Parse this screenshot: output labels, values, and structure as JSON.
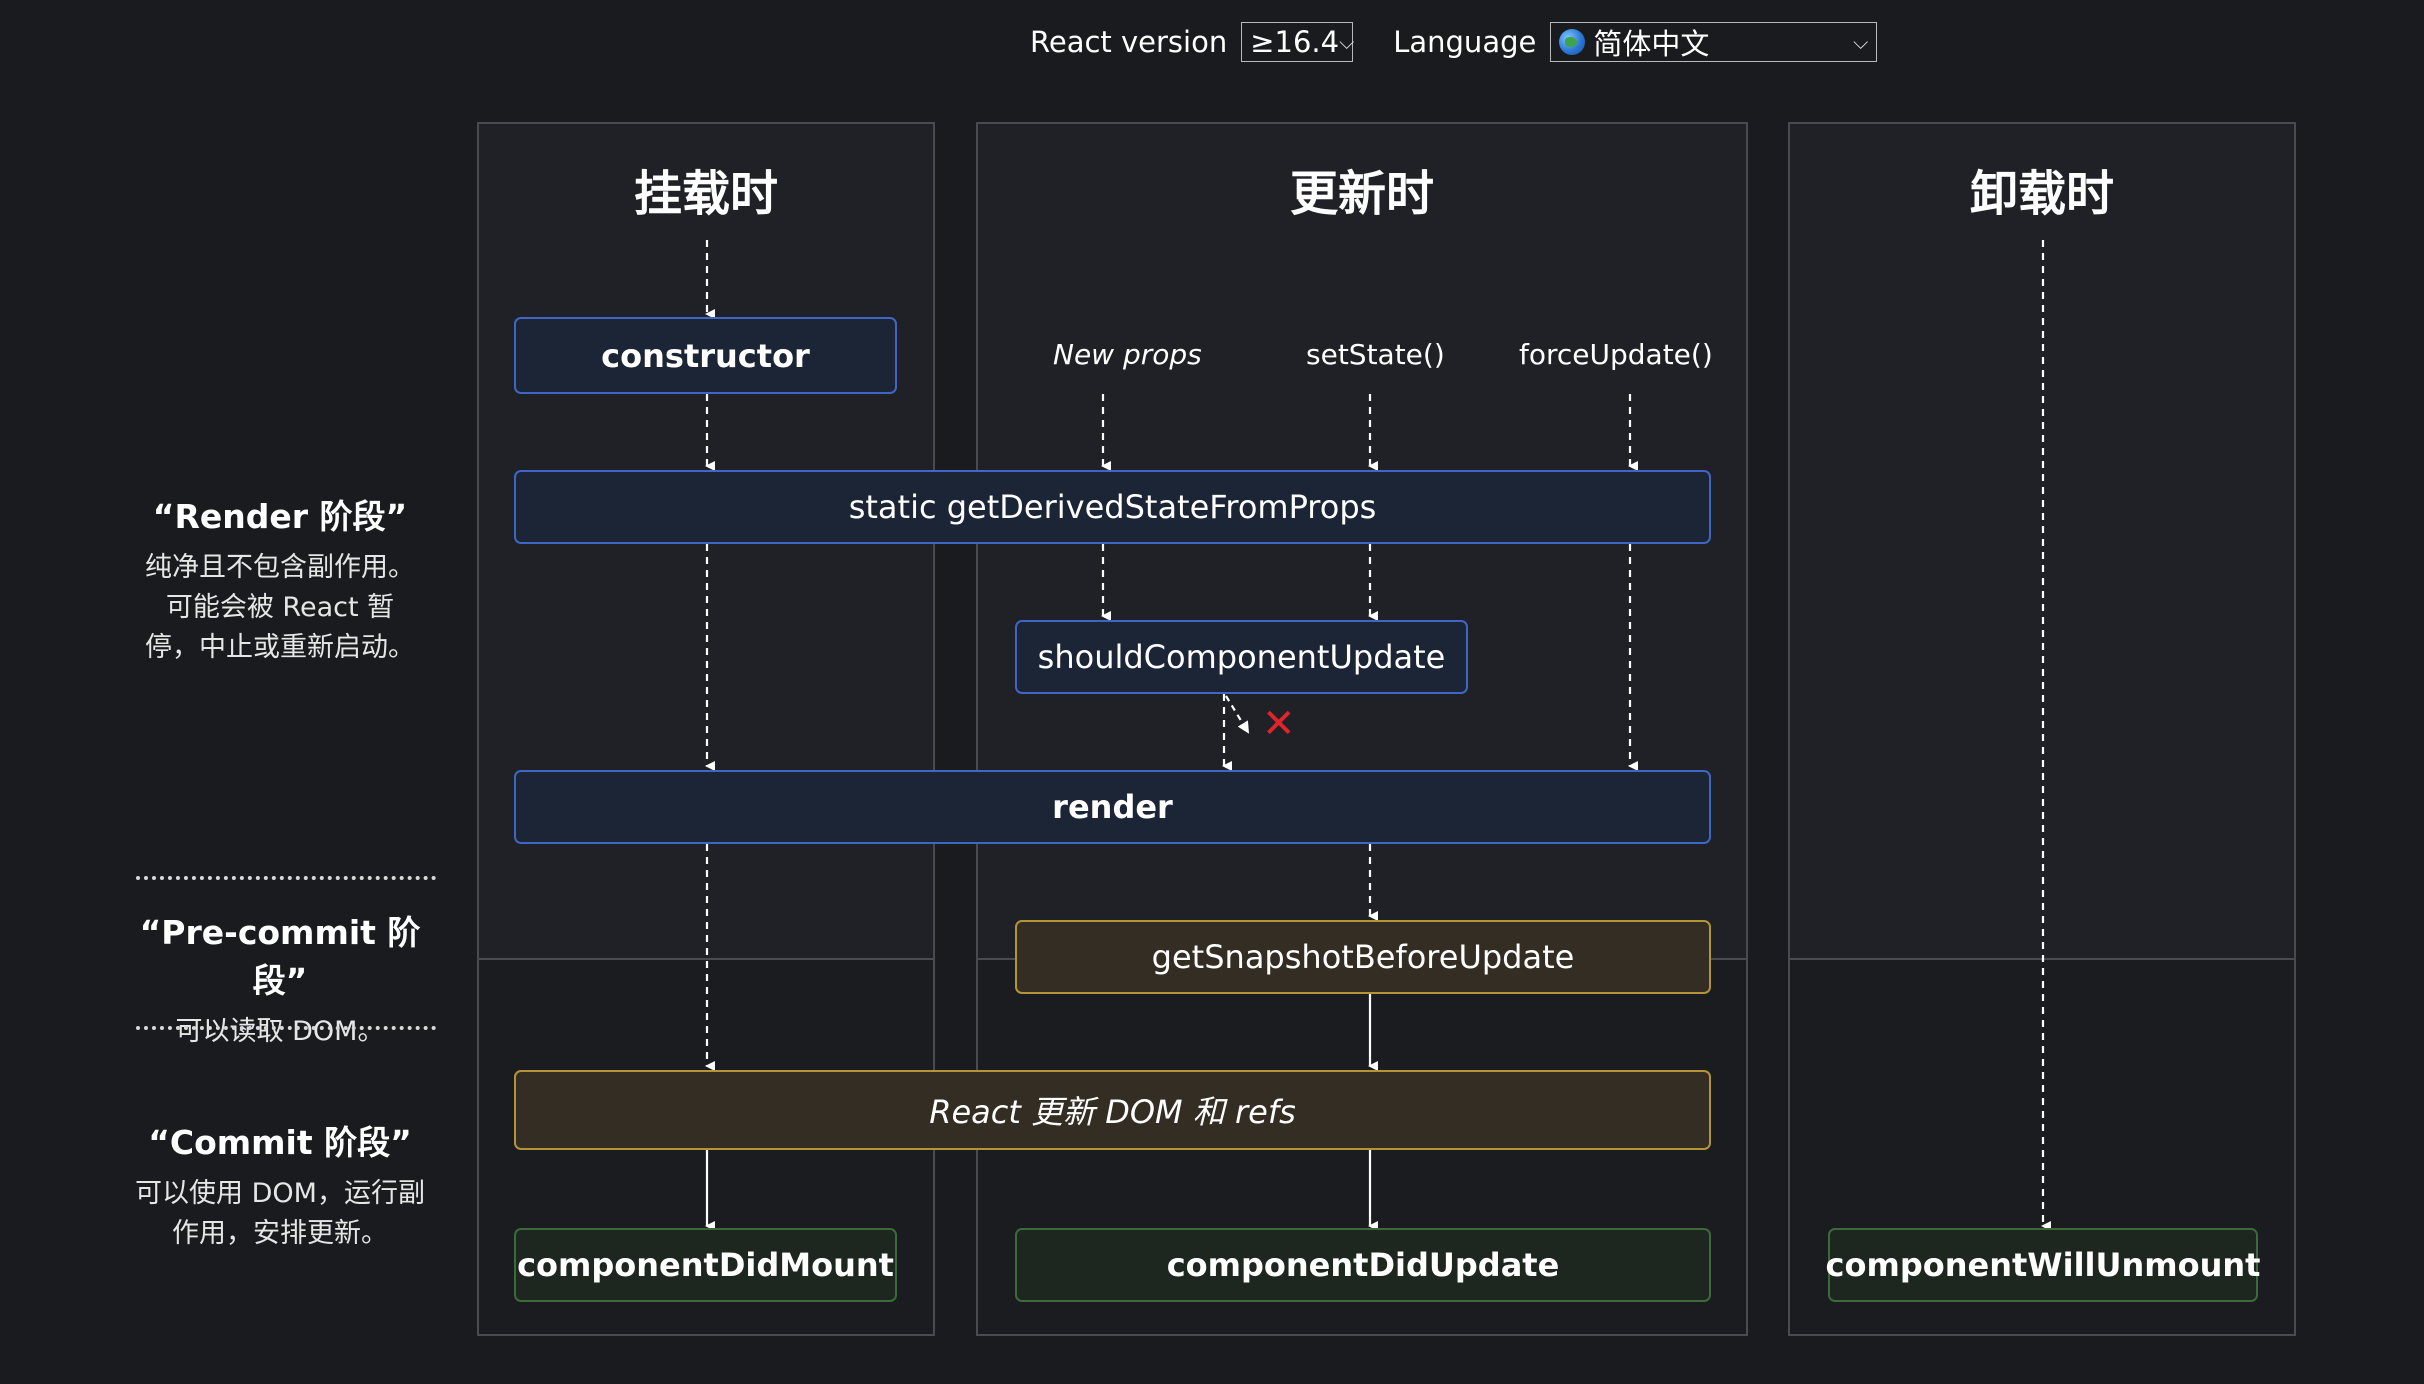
{
  "controls": {
    "version_label": "React version",
    "version_value": "≥16.4",
    "language_label": "Language",
    "language_value": "简体中文"
  },
  "columns": {
    "mount": "挂载时",
    "update": "更新时",
    "unmount": "卸载时"
  },
  "triggers": {
    "new_props": "New props",
    "set_state": "setState()",
    "force_update": "forceUpdate()"
  },
  "methods": {
    "constructor": "constructor",
    "get_derived": "static getDerivedStateFromProps",
    "should_update": "shouldComponentUpdate",
    "render": "render",
    "snapshot": "getSnapshotBeforeUpdate",
    "react_updates": "React 更新 DOM 和 refs",
    "did_mount": "componentDidMount",
    "did_update": "componentDidUpdate",
    "will_unmount": "componentWillUnmount"
  },
  "phases": {
    "render_title": "“Render 阶段”",
    "render_desc": "纯净且不包含副作用。可能会被 React 暂停，中止或重新启动。",
    "precommit_title": "“Pre-commit 阶段”",
    "precommit_desc": "可以读取 DOM。",
    "commit_title": "“Commit 阶段”",
    "commit_desc": "可以使用 DOM，运行副作用，安排更新。"
  },
  "colors": {
    "background": "#1a1b1f",
    "render_phase_border": "#3f66c4",
    "precommit_border": "#b59438",
    "commit_border": "#3c6a3a",
    "cancel_mark": "#e0242c"
  },
  "icons": [
    "globe-icon",
    "chevron-down-icon",
    "cancel-x-icon"
  ]
}
